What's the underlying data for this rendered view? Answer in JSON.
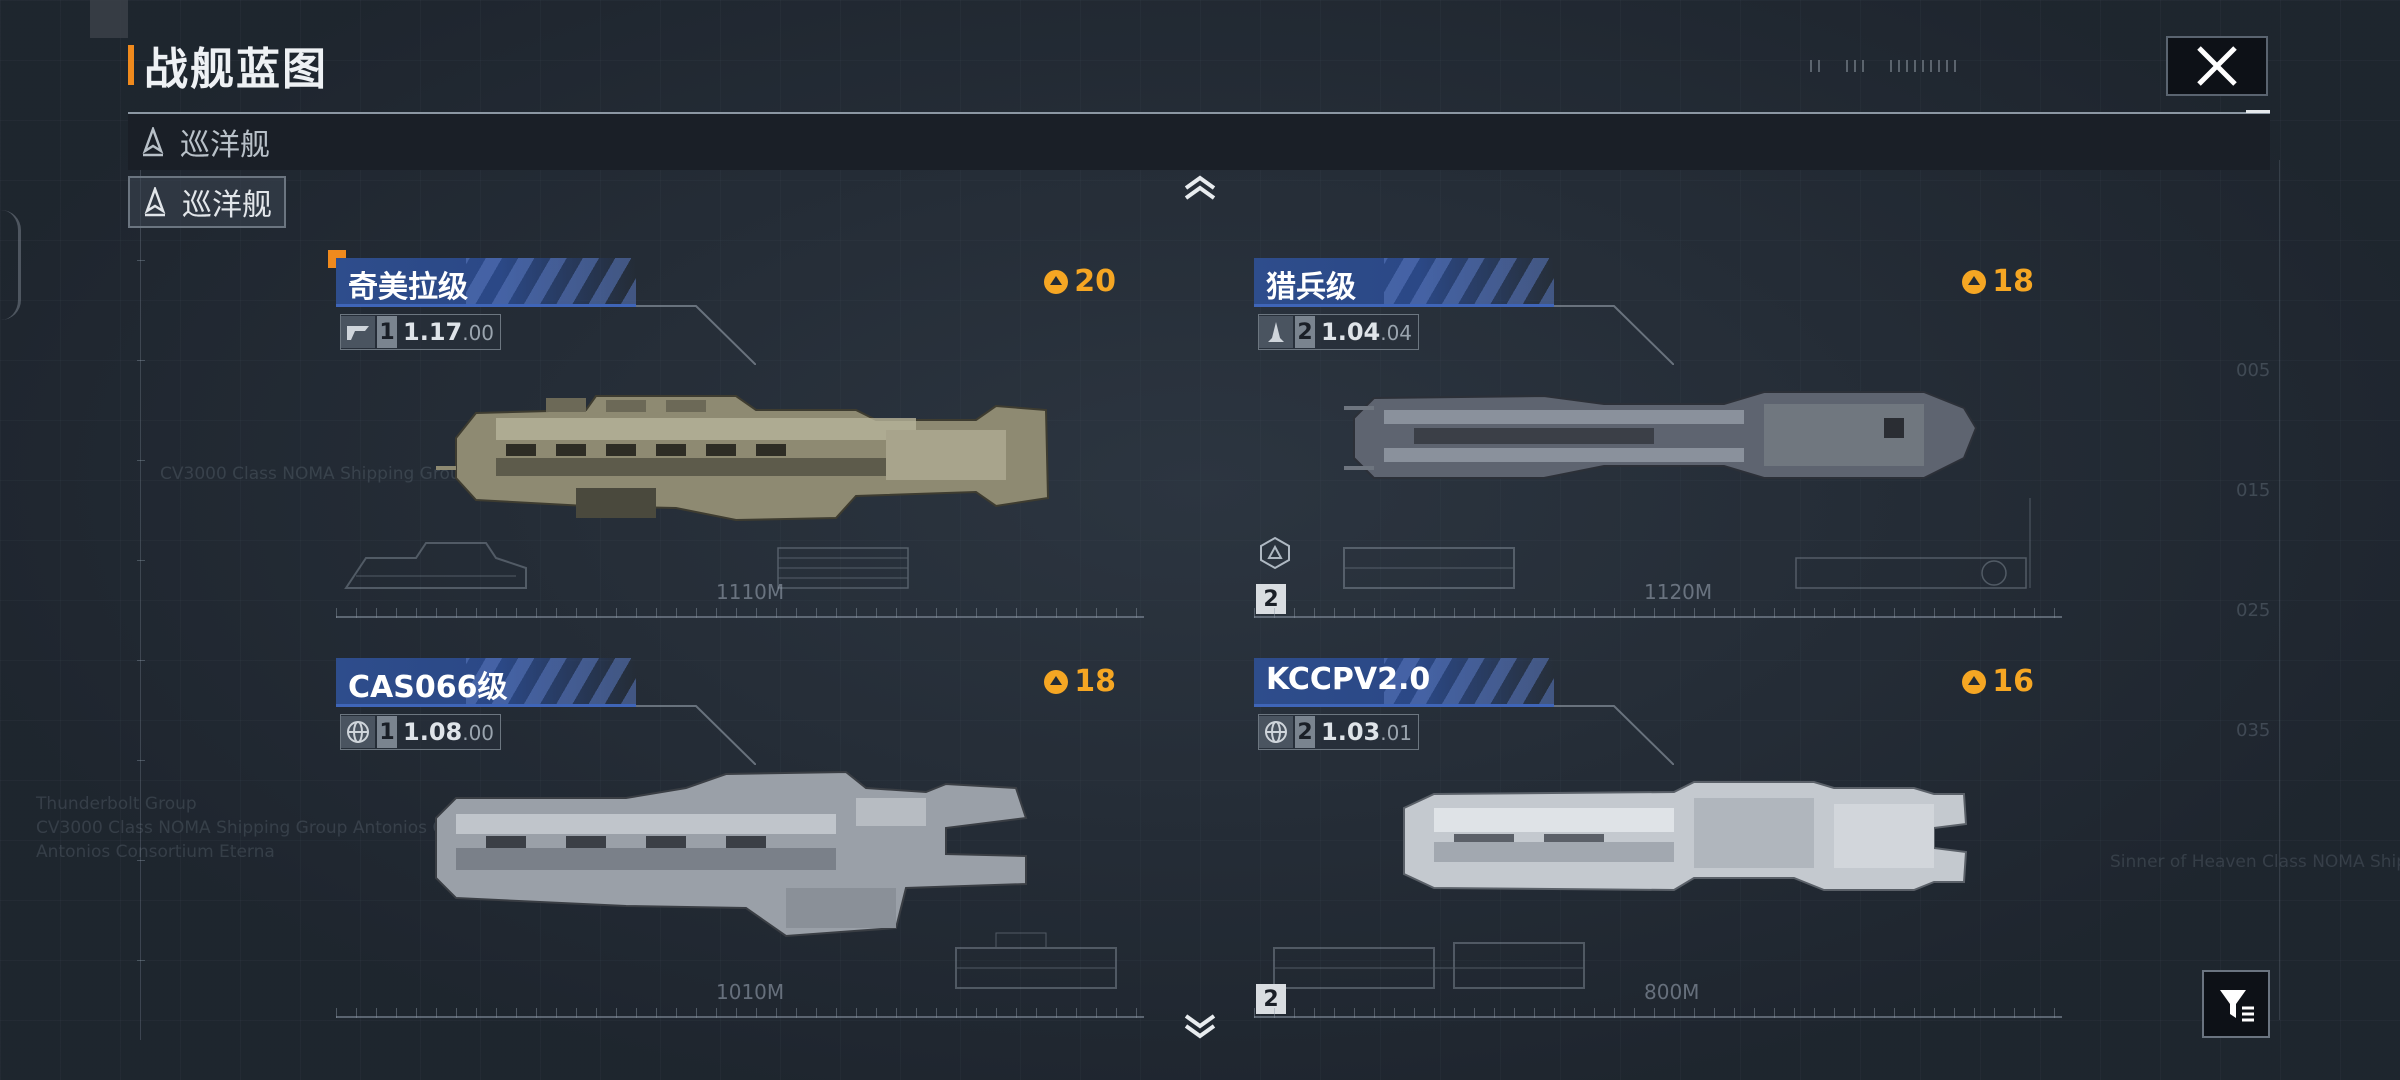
{
  "header": {
    "title": "战舰蓝图",
    "close_icon": "close-x-icon"
  },
  "category": {
    "current_label": "巡洋舰",
    "tab_label": "巡洋舰",
    "icon": "cruiser-icon"
  },
  "colors": {
    "accent_orange": "#f08a1d",
    "cost_gold": "#f5a623",
    "name_bar_blue": "#2e4d8c"
  },
  "cards": [
    {
      "name": "奇美拉级",
      "cost": "20",
      "tier": "1",
      "version_major": "1.17",
      "version_minor": ".00",
      "meta_icon": "manufacturer-logo-icon",
      "length": "1110M",
      "hull": "khaki"
    },
    {
      "name": "猎兵级",
      "cost": "18",
      "tier": "2",
      "version_major": "1.04",
      "version_minor": ".04",
      "meta_icon": "manufacturer-ship-icon",
      "length": "1120M",
      "badge": "2",
      "hull": "grey"
    },
    {
      "name": "CAS066级",
      "cost": "18",
      "tier": "1",
      "version_major": "1.08",
      "version_minor": ".00",
      "meta_icon": "manufacturer-globe-icon",
      "length": "1010M",
      "hull": "silver"
    },
    {
      "name": "KCCPV2.0",
      "cost": "16",
      "tier": "2",
      "version_major": "1.03",
      "version_minor": ".01",
      "meta_icon": "manufacturer-globe-icon",
      "length": "800M",
      "badge": "2",
      "hull": "white"
    }
  ]
}
